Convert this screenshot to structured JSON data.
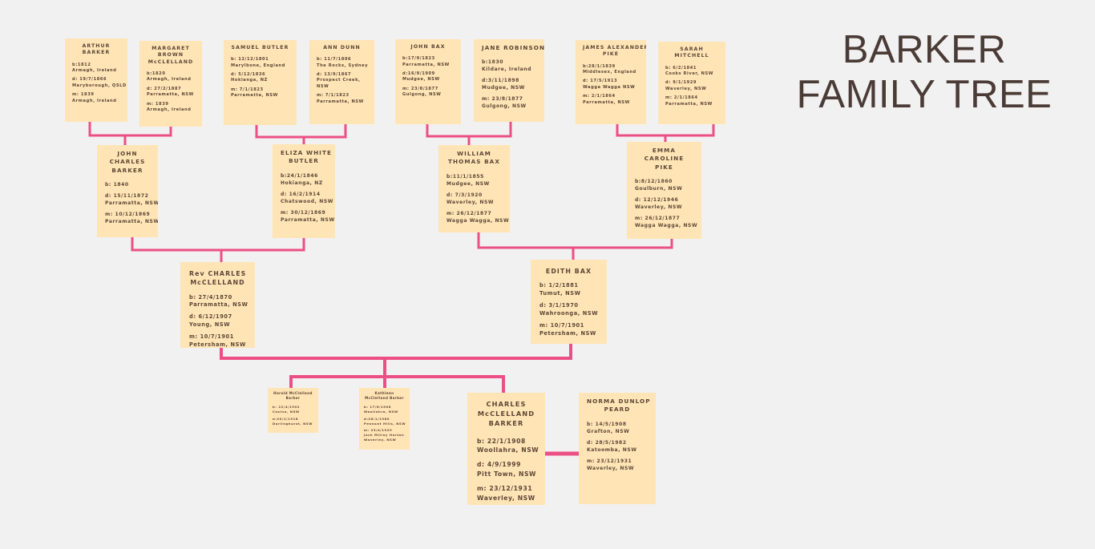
{
  "title": {
    "line1": "BARKER",
    "line2": "FAMILY TREE"
  },
  "colors": {
    "background": "#f1f1f1",
    "card": "#ffe4b5",
    "connector": "#ec4f85",
    "text": "#5a4636",
    "title": "#4a3b36"
  },
  "people": {
    "arthur_barker": {
      "name": [
        "ARTHUR",
        "BARKER"
      ],
      "details": [
        [
          "b:1812",
          "Armagh, Ireland"
        ],
        [
          "d: 19/7/1866",
          "Maryborough, QSLD"
        ],
        [
          "m: 1839",
          "Armagh, Ireland"
        ]
      ]
    },
    "margaret_mcclelland": {
      "name": [
        "MARGARET",
        "BROWN",
        "McCLELLAND"
      ],
      "details": [
        [
          "b:1820",
          "Armagh, Ireland"
        ],
        [
          "d: 27/2/1887",
          "Parramatta, NSW"
        ],
        [
          "m: 1839",
          "Armagh, Ireland"
        ]
      ]
    },
    "samuel_butler": {
      "name": [
        "SAMUEL BUTLER"
      ],
      "details": [
        [
          "b: 12/12/1801",
          "Marylbone, England"
        ],
        [
          "d: 5/12/1836",
          "Hokianga, NZ"
        ],
        [
          "m: 7/1/1823",
          "Parramatta, NSW"
        ]
      ]
    },
    "ann_dunn": {
      "name": [
        "ANN DUNN"
      ],
      "details": [
        [
          "b: 11/7/1806",
          "The Rocks, Sydney"
        ],
        [
          "d: 13/9/1867",
          "Prospect Creek,",
          "NSW"
        ],
        [
          "m: 7/1/1823",
          "Parramatta, NSW"
        ]
      ]
    },
    "john_bax": {
      "name": [
        "JOHN BAX"
      ],
      "details": [
        [
          "b:17/9/1823",
          "Parramatta, NSW"
        ],
        [
          "d:16/9/1909",
          "Mudgee, NSW"
        ],
        [
          "m: 23/8/1877",
          "Gulgong, NSW"
        ]
      ]
    },
    "jane_robinson": {
      "name": [
        "JANE ROBINSON"
      ],
      "details": [
        [
          "b:1830",
          "Kildare, Ireland"
        ],
        [
          "d:3/11/1898",
          "Mudgee, NSW"
        ],
        [
          "m: 23/8/1877",
          "Gulgong, NSW"
        ]
      ]
    },
    "james_pike": {
      "name": [
        "JAMES ALEXANDER",
        "PIKE"
      ],
      "details": [
        [
          "b:28/1/1839",
          "Middlesex, England"
        ],
        [
          "d: 17/5/1913",
          "Wagga Wagga NSW"
        ],
        [
          "m: 2/1/1864",
          "Parramatta, NSW"
        ]
      ]
    },
    "sarah_mitchell": {
      "name": [
        "SARAH",
        "MITCHELL"
      ],
      "details": [
        [
          "b: 6/2/1841",
          "Cooks River, NSW"
        ],
        [
          "d: 9/1/1929",
          "Waverley, NSW"
        ],
        [
          "m: 2/1/1864",
          "Parramatta, NSW"
        ]
      ]
    },
    "john_charles_barker": {
      "name": [
        "JOHN",
        "CHARLES",
        "BARKER"
      ],
      "details": [
        [
          "b: 1840"
        ],
        [
          "d: 15/11/1872",
          "Parramatta, NSW"
        ],
        [
          "m: 10/12/1869",
          "Parramatta, NSW"
        ]
      ]
    },
    "eliza_white_butler": {
      "name": [
        "ELIZA WHITE",
        "BUTLER"
      ],
      "details": [
        [
          "b:24/1/1846",
          "Hokianga, NZ"
        ],
        [
          "d: 16/2/1914",
          "Chatswood, NSW"
        ],
        [
          "m: 30/12/1869",
          "Parramatta, NSW"
        ]
      ]
    },
    "william_thomas_bax": {
      "name": [
        "WILLIAM",
        "THOMAS BAX"
      ],
      "details": [
        [
          "b:11/1/1855",
          "Mudgee, NSW"
        ],
        [
          "d: 7/3/1920",
          "Waverley, NSW"
        ],
        [
          "m: 26/12/1877",
          "Wagga Wagga, NSW"
        ]
      ]
    },
    "emma_caroline_pike": {
      "name": [
        "EMMA",
        "CAROLINE",
        "PIKE"
      ],
      "details": [
        [
          "b:8/12/1860",
          "Goulburn, NSW"
        ],
        [
          "d: 12/12/1946",
          "Waverley, NSW"
        ],
        [
          "m: 26/12/1877",
          "Wagga Wagga, NSW"
        ]
      ]
    },
    "rev_charles_mcclelland": {
      "name": [
        "Rev CHARLES",
        "McCLELLAND"
      ],
      "details": [
        [
          "b: 27/4/1870",
          "Parramatta, NSW"
        ],
        [
          "d: 6/12/1907",
          "Young, NSW"
        ],
        [
          "m: 10/7/1901",
          "Petersham, NSW"
        ]
      ]
    },
    "edith_bax": {
      "name": [
        "EDITH BAX"
      ],
      "details": [
        [
          "b: 1/2/1881",
          "Tumut, NSW"
        ],
        [
          "d: 3/1/1970",
          "Wahroonga, NSW"
        ],
        [
          "m: 10/7/1901",
          "Petersham, NSW"
        ]
      ]
    },
    "harold_mcclelland_barker": {
      "name": [
        "Harold McClelland",
        "Barker"
      ],
      "details": [
        [
          "b: 22/4/1902",
          "Casino, NSW"
        ],
        [
          "d:20/1/1918",
          "Darlinghurst, NSW"
        ]
      ]
    },
    "kathleen_mcclelland_barker": {
      "name": [
        "Kathleen",
        "McClelland Barker"
      ],
      "details": [
        [
          "b: 17/6/1906",
          "Woollahra, NSW"
        ],
        [
          "d:28/1/1980",
          "Pennant Hills, NSW"
        ],
        [
          "m: 23/4/1929",
          "Jack Milroy Horton",
          "Waverley, NSW"
        ]
      ]
    },
    "charles_mcclelland_barker": {
      "name": [
        "CHARLES",
        "McCLELLAND",
        "BARKER"
      ],
      "details": [
        [
          "b:   22/1/1908",
          "Woollahra, NSW"
        ],
        [
          "d:  4/9/1999",
          " Pitt Town, NSW"
        ],
        [
          "m:  23/12/1931",
          "Waverley, NSW"
        ]
      ]
    },
    "norma_dunlop_peard": {
      "name": [
        "NORMA DUNLOP",
        "PEARD"
      ],
      "details": [
        [
          "b: 14/5/1908",
          "Grafton, NSW"
        ],
        [
          "d: 28/5/1982",
          "Katoomba, NSW"
        ],
        [
          "m: 23/12/1931",
          "Waverley, NSW"
        ]
      ]
    }
  }
}
